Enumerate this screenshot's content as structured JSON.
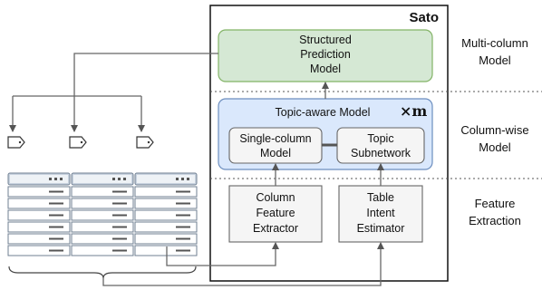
{
  "outer_box": {
    "title": "Sato"
  },
  "blocks": {
    "structured_prediction": [
      "Structured",
      "Prediction",
      "Model"
    ],
    "topic_aware": {
      "title": "Topic-aware Model",
      "multiplier": "×m"
    },
    "single_column": [
      "Single-column",
      "Model"
    ],
    "topic_subnetwork": [
      "Topic",
      "Subnetwork"
    ],
    "column_feature_extractor": [
      "Column",
      "Feature",
      "Extractor"
    ],
    "table_intent_estimator": [
      "Table",
      "Intent",
      "Estimator"
    ]
  },
  "side_labels": {
    "multi_column": [
      "Multi-column",
      "Model"
    ],
    "column_wise": [
      "Column-wise",
      "Model"
    ],
    "feature_extraction": [
      "Feature",
      "Extraction"
    ]
  },
  "colors": {
    "green_fill": "#d5e8d4",
    "green_stroke": "#82b366",
    "blue_fill": "#dae8fc",
    "blue_stroke": "#6c8ebf",
    "gray_fill": "#f5f5f5",
    "gray_stroke": "#666666",
    "table_header": "#c9d3df"
  },
  "icons": [
    "tag-icon",
    "tag-icon",
    "tag-icon",
    "table-icon",
    "brace-icon"
  ]
}
